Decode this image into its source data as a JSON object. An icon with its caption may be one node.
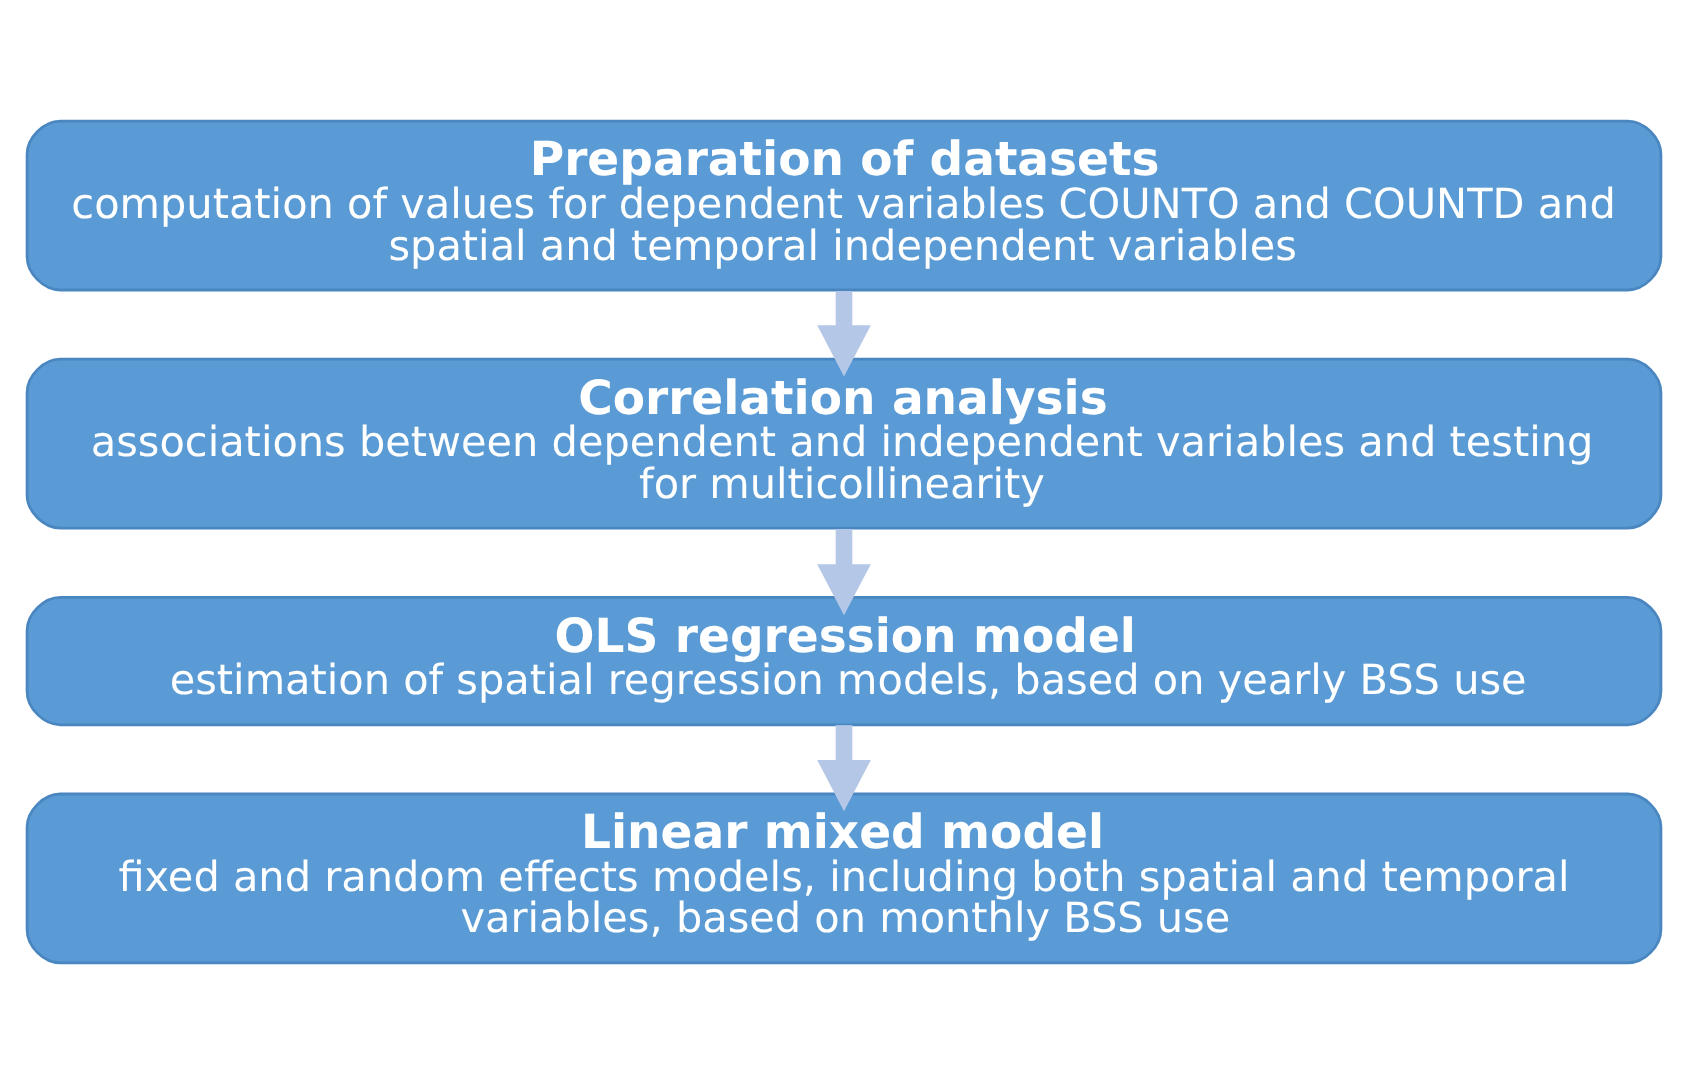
{
  "diagram": {
    "nodes": [
      {
        "text": [
          "Preparation of datasets",
          "computation of values for dependent variables COUNTO and COUNTD and spatial and temporal independent variables"
        ]
      },
      {
        "text": [
          "Correlation analysis",
          "associations between dependent and independent variables and testing for multicollinearity"
        ]
      },
      {
        "text": [
          "OLS regression model",
          "estimation of spatial regression models, based on yearly BSS use"
        ]
      },
      {
        "text": [
          "Linear mixed model",
          "fixed and random effects models, including both spatial and temporal variables, based on monthly BSS use"
        ]
      }
    ],
    "edges": [
      {
        "from": 0,
        "to": 1,
        "arrow": "to"
      },
      {
        "from": 1,
        "to": 2,
        "arrow": "to"
      },
      {
        "from": 2,
        "to": 3,
        "arrow": "to"
      }
    ]
  }
}
